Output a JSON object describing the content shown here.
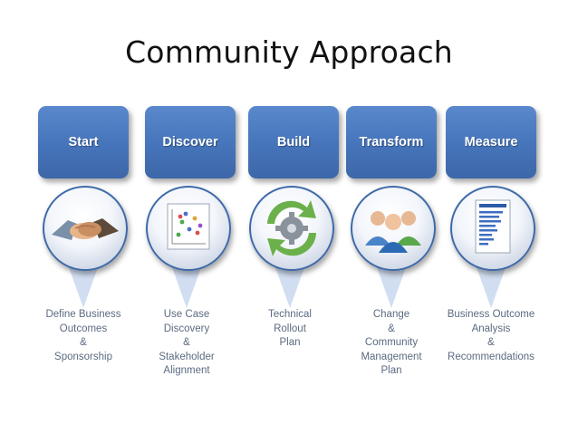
{
  "title": "Community Approach",
  "steps": [
    {
      "label": "Start",
      "icon": "handshake-icon",
      "description": [
        "Define Business",
        "Outcomes",
        "&",
        "Sponsorship"
      ]
    },
    {
      "label": "Discover",
      "icon": "scatter-chart-icon",
      "description": [
        "Use Case",
        "Discovery",
        "&",
        "Stakeholder",
        "Alignment"
      ]
    },
    {
      "label": "Build",
      "icon": "gear-arrows-icon",
      "description": [
        "Technical",
        "Rollout",
        "Plan"
      ]
    },
    {
      "label": "Transform",
      "icon": "people-group-icon",
      "description": [
        "Change",
        "&",
        "Community",
        "Management",
        "Plan"
      ]
    },
    {
      "label": "Measure",
      "icon": "bar-report-icon",
      "description": [
        "Business Outcome",
        "Analysis",
        "&",
        "Recommendations"
      ]
    }
  ],
  "colors": {
    "tile": "#4674ba",
    "connector": "#c9d8ee",
    "description_text": "#5b6b80"
  }
}
